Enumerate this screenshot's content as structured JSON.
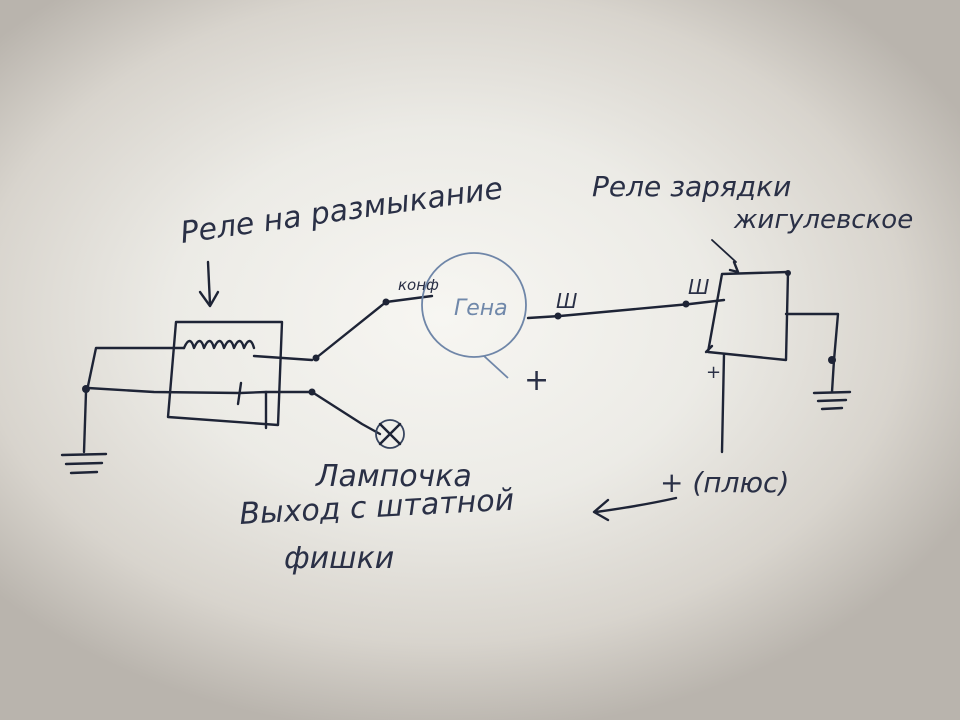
{
  "labels": {
    "relay_open": "Реле на размыкание",
    "relay_charge_1": "Реле зарядки",
    "relay_charge_2": "жигулевское",
    "generator": "Гена",
    "terminal_konf": "конф",
    "terminal_sh_gen": "Ш",
    "terminal_sh_relay": "Ш",
    "plus_relay": "+",
    "plus_gen": "+",
    "plus_input": "+ (плюс)",
    "lamp": "Лампочка",
    "output_line1": "Выход с штатной",
    "output_line2": "фишки"
  },
  "colors": {
    "ink": "#1e2436",
    "generator_ink": "#7088aa",
    "paper": "#f7f6f2"
  }
}
